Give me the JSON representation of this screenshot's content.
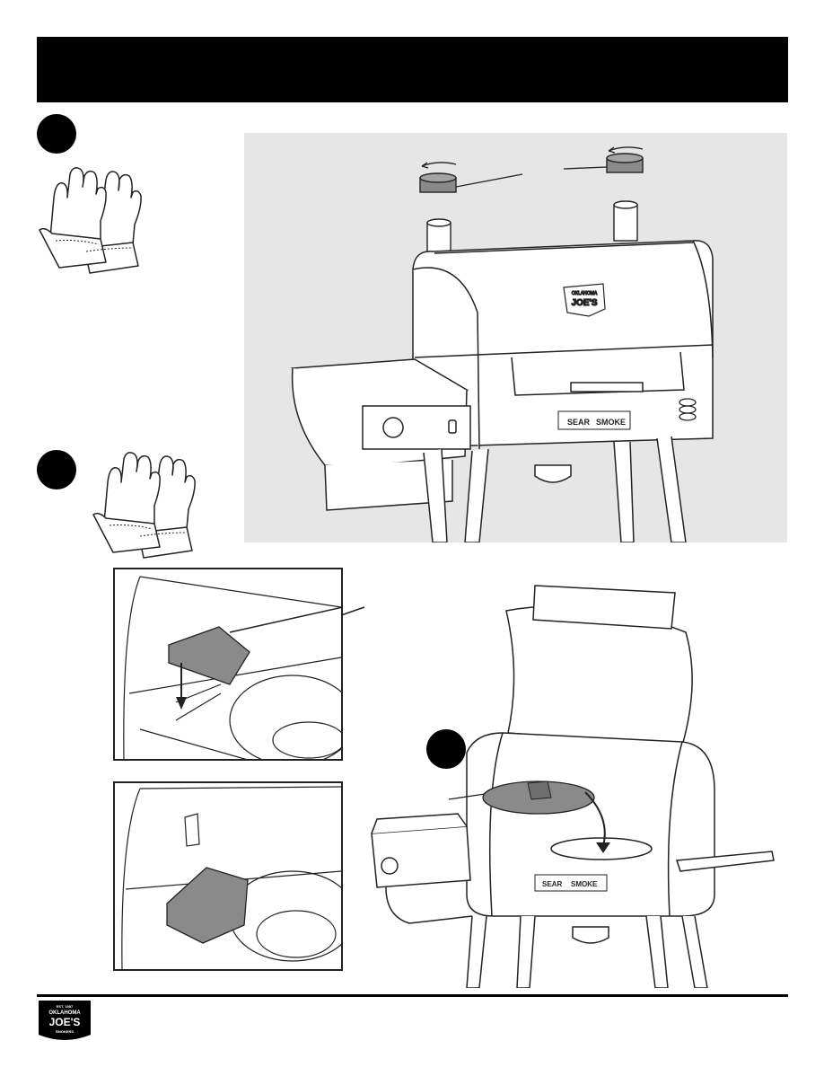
{
  "logo": {
    "est": "EST. 1987",
    "line1": "OKLAHOMA",
    "line2": "JOE'S",
    "line3": "SMOKERS"
  },
  "grill_badge": {
    "top_text": "OKLAHOMA",
    "main_text": "JOE'S"
  },
  "control_panel": {
    "brand_left": "SEAR",
    "brand_right": "SMOKE"
  },
  "colors": {
    "header": "#000000",
    "panel_background": "#e6e6e6",
    "step_circle": "#000000",
    "part_fill": "#8a8a8a"
  },
  "icons": [
    "gloves-icon",
    "gloves-icon"
  ]
}
